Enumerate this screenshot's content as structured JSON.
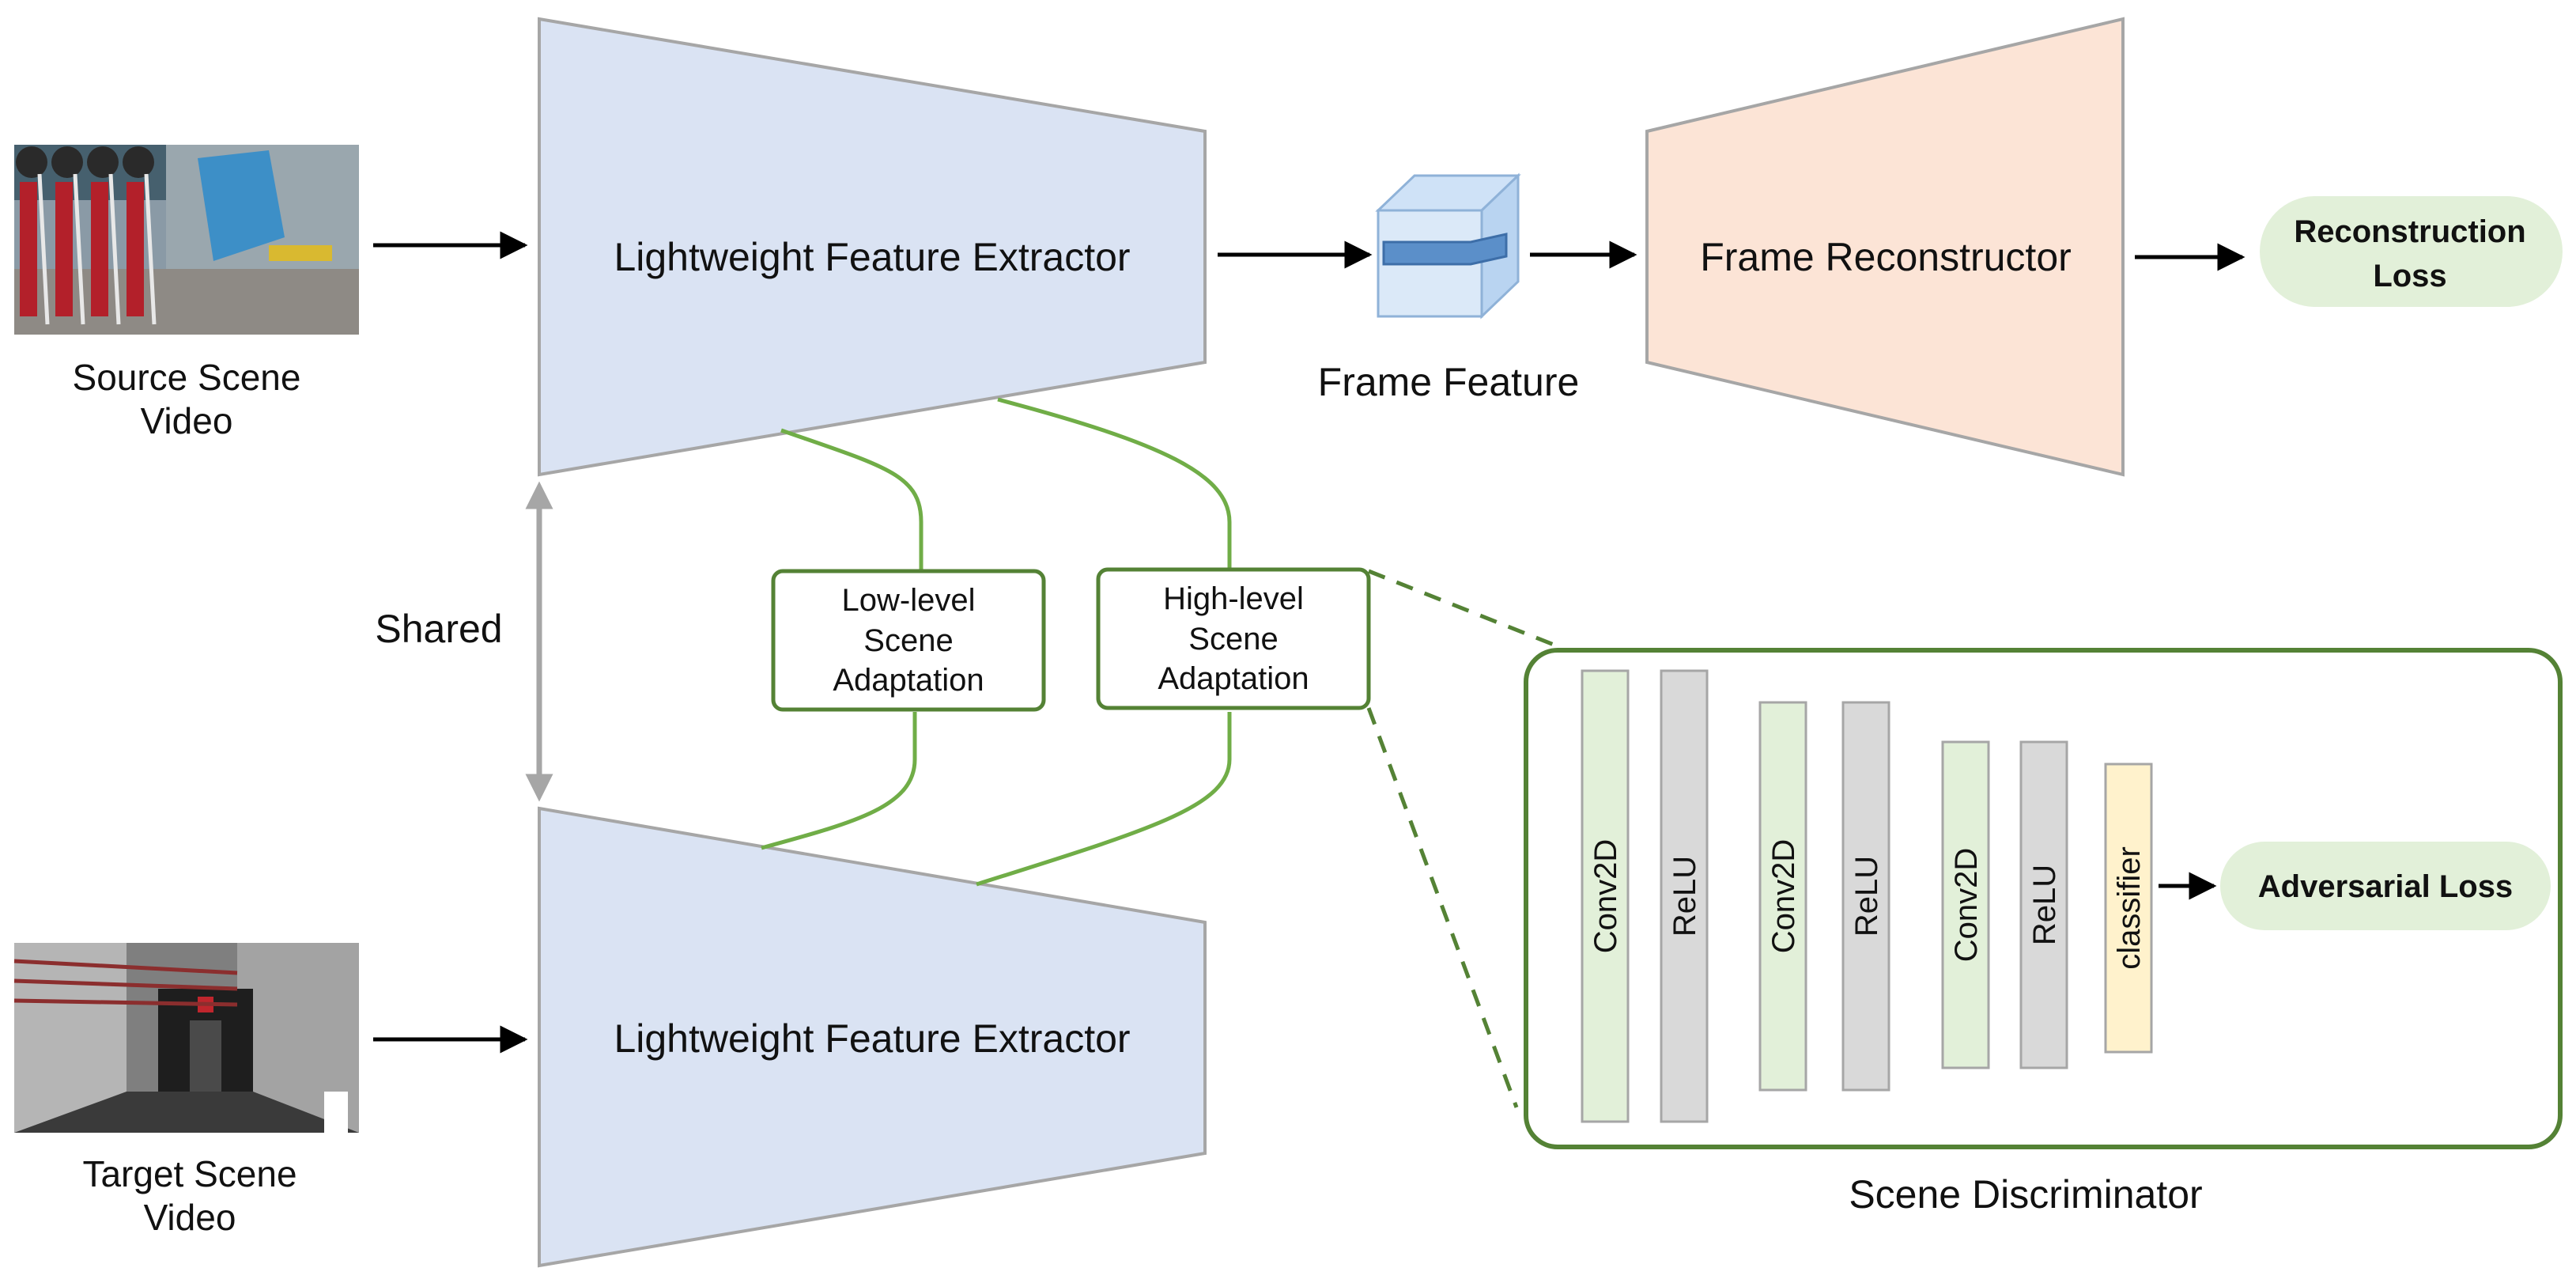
{
  "source": {
    "label_line1": "Source Scene",
    "label_line2": "Video"
  },
  "target": {
    "label_line1": "Target Scene",
    "label_line2": "Video"
  },
  "extractor_top": {
    "label": "Lightweight Feature Extractor"
  },
  "extractor_bottom": {
    "label": "Lightweight Feature Extractor"
  },
  "shared": {
    "label": "Shared"
  },
  "frame_feature": {
    "label": "Frame Feature"
  },
  "reconstructor": {
    "label": "Frame Reconstructor"
  },
  "reconstruction_loss": {
    "line1": "Reconstruction",
    "line2": "Loss"
  },
  "low_adapt": {
    "line1": "Low-level",
    "line2": "Scene",
    "line3": "Adaptation"
  },
  "high_adapt": {
    "line1": "High-level",
    "line2": "Scene",
    "line3": "Adaptation"
  },
  "discriminator": {
    "title": "Scene Discriminator",
    "layers": [
      "Conv2D",
      "ReLU",
      "Conv2D",
      "ReLU",
      "Conv2D",
      "ReLU",
      "classifier"
    ],
    "loss": "Adversarial Loss"
  },
  "colors": {
    "extractor": "#dae3f3",
    "reconstructor": "#fce4d6",
    "loss": "#e2f0d9",
    "green_line": "#70ad47",
    "green_box": "#548235",
    "conv": "#e2f0d9",
    "relu": "#d9d9d9",
    "classifier": "#fff2cc"
  }
}
